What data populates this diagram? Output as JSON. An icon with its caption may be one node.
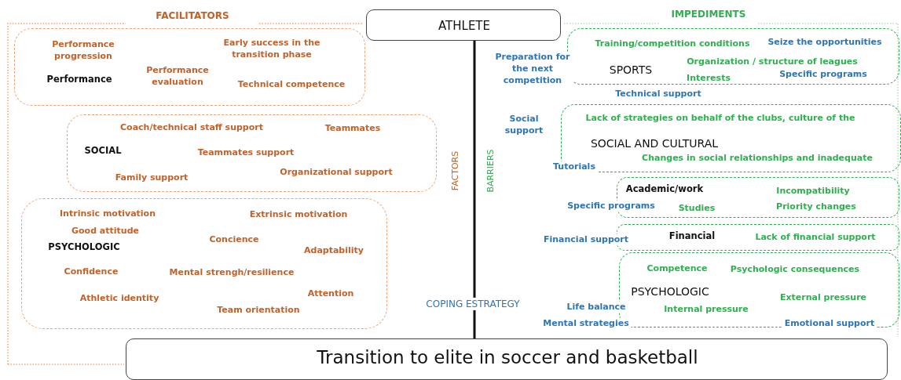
{
  "diagram": {
    "nodes": [
      {
        "text": [
          "ATHLETE"
        ]
      },
      {
        "text": [
          "Transition to elite in soccer and basketball"
        ]
      },
      {
        "text": [
          "Performance progression",
          "Early success in the transition phase",
          "Performance",
          "Performance evaluation",
          "Technical competence"
        ]
      },
      {
        "text": [
          "Coach/technical staff support",
          "Teammates",
          "SOCIAL",
          "Teammates support",
          "Family support",
          "Organizational support"
        ]
      },
      {
        "text": [
          "Intrinsic motivation",
          "Extrinsic motivation",
          "Good attitude",
          "PSYCHOLOGIC",
          "Concience",
          "Adaptability",
          "Confidence",
          "Mental strengh/resilience",
          "Athletic identity",
          "Attention",
          "Team orientation"
        ]
      },
      {
        "text": [
          "Training/competition conditions",
          "SPORTS",
          "Organization / structure of leagues",
          "Interests"
        ]
      },
      {
        "text": [
          "Lack of strategies on behalf of the clubs, culture of the",
          "SOCIAL AND CULTURAL",
          "Changes in social relationships and inadequate"
        ]
      },
      {
        "text": [
          "Academic/work",
          "Incompatibility",
          "Studies",
          "Priority changes"
        ]
      },
      {
        "text": [
          "Financial",
          "Lack of financial support"
        ]
      },
      {
        "text": [
          "Competence",
          "Psychologic consequences",
          "PSYCHOLOGIC",
          "External pressure",
          "Internal pressure"
        ]
      }
    ],
    "edges": [
      {
        "from": 0,
        "to": 1,
        "arrow": "none"
      }
    ],
    "labels": [
      "FACILITATORS",
      "IMPEDIMENTS",
      "FACTORS",
      "BARRIERS",
      "Seize the opportunities",
      "Preparation for the next competition",
      "Specific programs",
      "Technical support",
      "Social support",
      "Tutorials",
      "Specific programs",
      "Financial support",
      "COPING ESTRATEGY",
      "Life balance",
      "Mental strategies",
      "Emotional support"
    ]
  }
}
